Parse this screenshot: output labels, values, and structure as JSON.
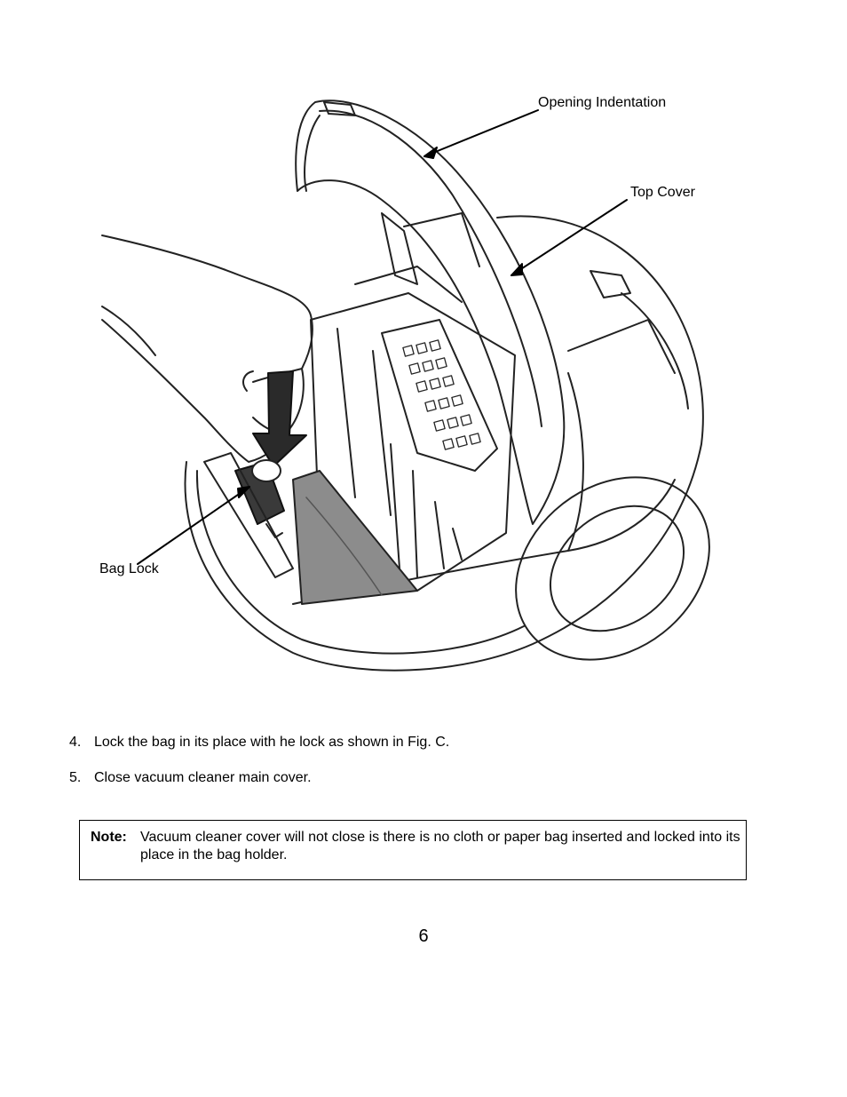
{
  "figure": {
    "callouts": {
      "opening_indentation": "Opening Indentation",
      "top_cover": "Top Cover",
      "bag_lock": "Bag Lock"
    }
  },
  "steps": [
    {
      "number": "4.",
      "text": "Lock the bag in its place with he lock as shown in Fig. C."
    },
    {
      "number": "5.",
      "text": "Close vacuum cleaner main cover."
    }
  ],
  "note": {
    "label": "Note:",
    "text": "Vacuum cleaner cover will not close is there is no cloth or paper bag inserted and locked into its place in the bag holder."
  },
  "page_number": "6"
}
